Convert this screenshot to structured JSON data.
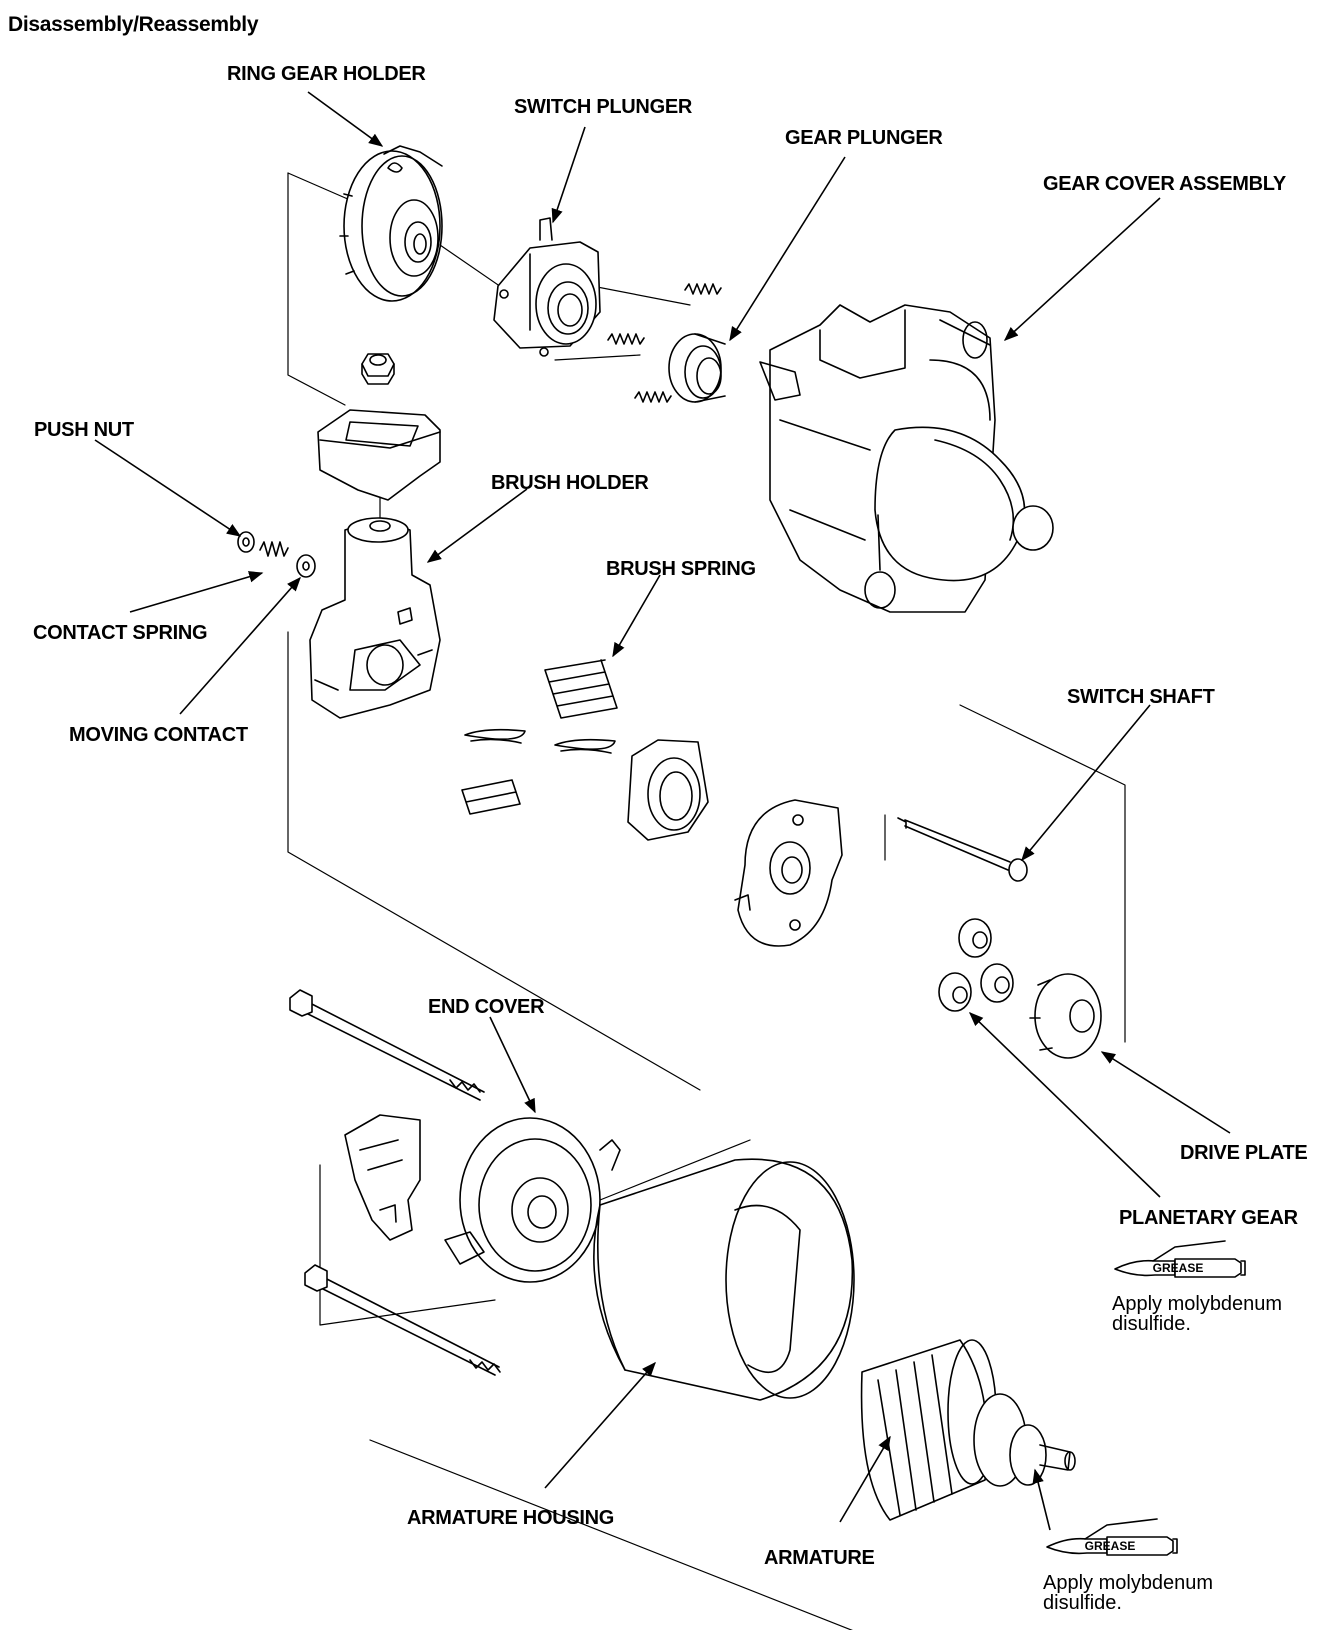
{
  "header": {
    "title": "Disassembly/Reassembly"
  },
  "parts": {
    "ring_gear_holder": "RING GEAR HOLDER",
    "switch_plunger": "SWITCH PLUNGER",
    "gear_plunger": "GEAR PLUNGER",
    "gear_cover_assembly": "GEAR COVER ASSEMBLY",
    "push_nut": "PUSH NUT",
    "brush_holder": "BRUSH HOLDER",
    "brush_spring": "BRUSH SPRING",
    "contact_spring": "CONTACT SPRING",
    "moving_contact": "MOVING CONTACT",
    "switch_shaft": "SWITCH SHAFT",
    "end_cover": "END COVER",
    "drive_plate": "DRIVE PLATE",
    "planetary_gear": "PLANETARY GEAR",
    "armature_housing": "ARMATURE HOUSING",
    "armature": "ARMATURE"
  },
  "notes": {
    "grease_label": "GREASE",
    "grease_note_1": {
      "line1": "Apply molybdenum",
      "line2": "disulfide."
    },
    "grease_note_2": {
      "line1": "Apply molybdenum",
      "line2": "disulfide."
    }
  }
}
